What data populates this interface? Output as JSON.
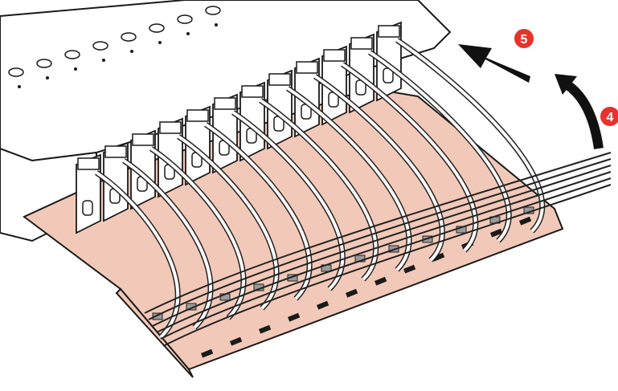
{
  "figure": {
    "description_free": true,
    "module_count": 12,
    "colors": {
      "tray": "#f2c9b8",
      "tray_edge": "#1a1a1a",
      "chassis": "#ffffff",
      "cable": "#ffffff",
      "cable_outline": "#222222",
      "clip": "#9a9a9a",
      "arrow": "#111111",
      "callout": "#e8322b"
    }
  },
  "callouts": [
    {
      "id": "step-4",
      "label": "4",
      "meaning": "rotate-up-arrow"
    },
    {
      "id": "step-5",
      "label": "5",
      "meaning": "pull-out-arrow"
    }
  ],
  "icons": [
    "curved-arrow-icon",
    "straight-arrow-icon"
  ]
}
